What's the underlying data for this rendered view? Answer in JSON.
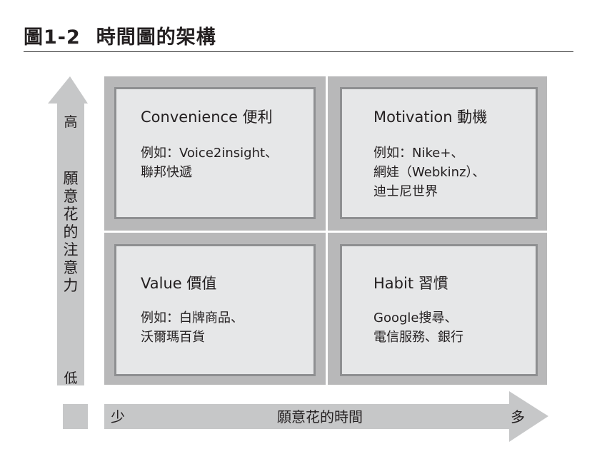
{
  "figure": {
    "number": "圖1-2",
    "title": "時間圖的架構"
  },
  "y_axis": {
    "high": "高",
    "low": "低",
    "label": [
      "願",
      "意",
      "花",
      "的",
      "注",
      "意",
      "力"
    ]
  },
  "x_axis": {
    "low": "少",
    "label": "願意花的時間",
    "high": "多"
  },
  "quadrants": {
    "top_left": {
      "title": "Convenience 便利",
      "lines": [
        "例如：Voice2insight、",
        "聯邦快遞"
      ]
    },
    "top_right": {
      "title": "Motivation 動機",
      "lines": [
        "例如：Nike+、",
        "網娃（Webkinz）、",
        "迪士尼世界"
      ]
    },
    "bottom_left": {
      "title": "Value 價值",
      "lines": [
        "例如：白牌商品、",
        "沃爾瑪百貨"
      ]
    },
    "bottom_right": {
      "title": "Habit 習慣",
      "lines": [
        "Google搜尋、",
        "電信服務、銀行"
      ]
    }
  },
  "colors": {
    "grid_background": "#b8b8b9",
    "quadrant_fill": "#e6e7e8",
    "quadrant_border": "#8e8f91",
    "arrow_fill": "#c6c7c8",
    "text": "#231f20"
  }
}
